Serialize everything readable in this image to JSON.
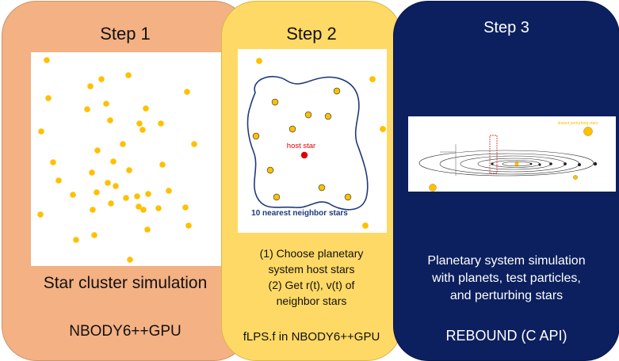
{
  "steps": [
    {
      "title": "Step 1",
      "caption": "Star cluster simulation",
      "code": "NBODY6++GPU"
    },
    {
      "title": "Step 2",
      "caption_lines": [
        "(1) Choose planetary",
        "system host stars",
        "(2) Get r(t), v(t) of",
        "neighbor stars"
      ],
      "code": "fLPS.f in NBODY6++GPU",
      "host_label": "host star",
      "neighbor_label": "10 nearest neighbor stars"
    },
    {
      "title": "Step 3",
      "caption_lines": [
        "Planetary system simulation",
        "with planets, test particles,",
        "and perturbing stars"
      ],
      "code": "REBOUND (C API)",
      "perturber_label": "distant perturbing stars"
    }
  ],
  "colors": {
    "step1_bg": "#f4b183",
    "step2_bg": "#ffd966",
    "step3_bg": "#0c1f5e",
    "star_color": "#ffc000",
    "host_color": "#e00000",
    "boundary_color": "#1f3a7a"
  }
}
